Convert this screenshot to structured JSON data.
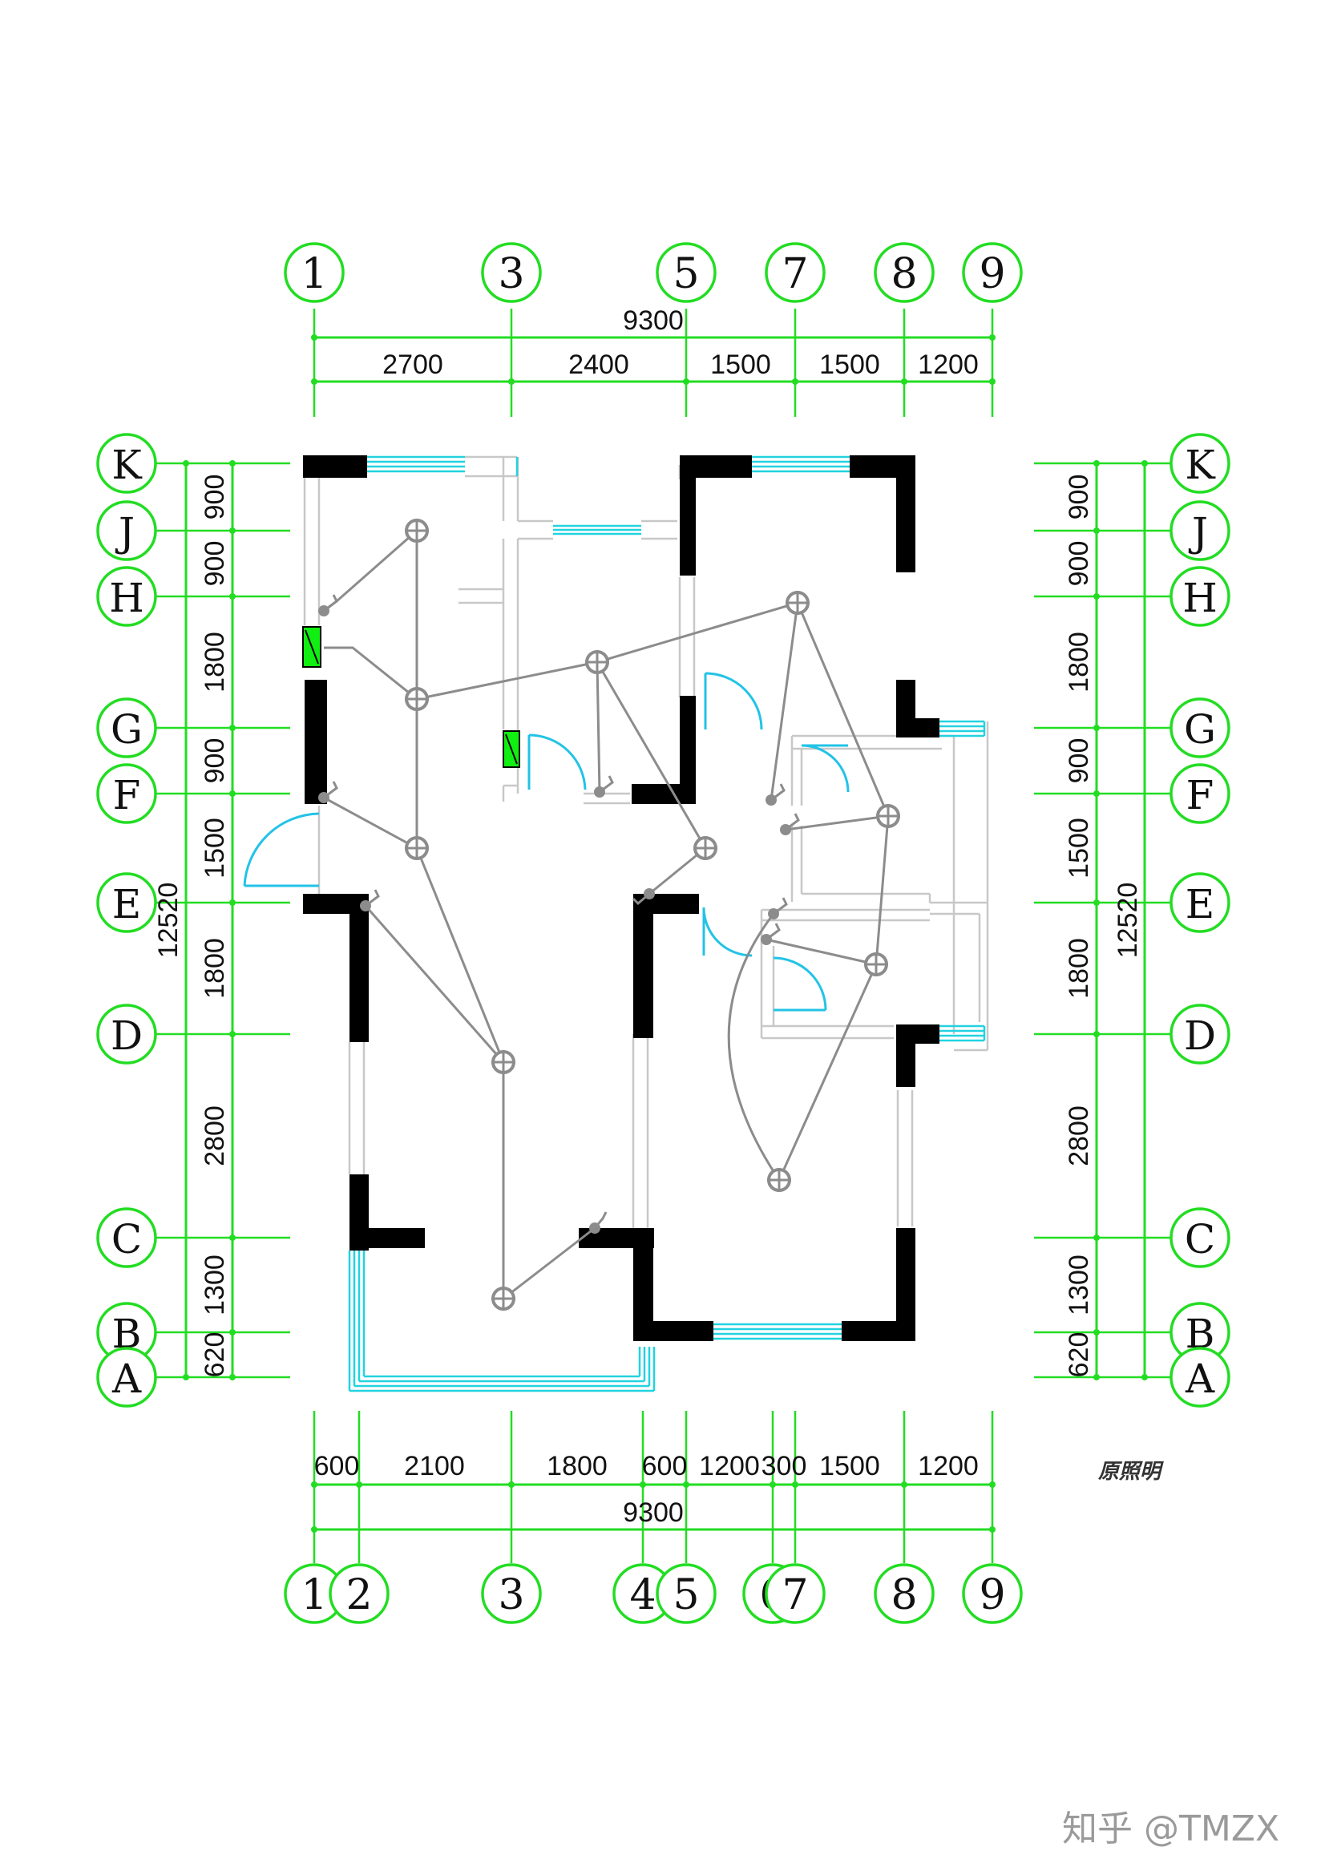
{
  "axes": {
    "top": [
      "1",
      "3",
      "5",
      "7",
      "8",
      "9"
    ],
    "bottom": [
      "1",
      "2",
      "3",
      "4",
      "5",
      "6",
      "7",
      "8",
      "9"
    ],
    "left": [
      "K",
      "J",
      "H",
      "G",
      "F",
      "E",
      "D",
      "C",
      "B",
      "A"
    ],
    "right": [
      "K",
      "J",
      "H",
      "G",
      "F",
      "E",
      "D",
      "C",
      "B",
      "A"
    ]
  },
  "dimensions": {
    "top_total": "9300",
    "top_segments": [
      "2700",
      "2400",
      "1500",
      "1500",
      "1200"
    ],
    "bottom_total": "9300",
    "bottom_segments": [
      "600",
      "2100",
      "1800",
      "600",
      "1200",
      "300",
      "1500",
      "1200"
    ],
    "side_total": "12520",
    "side_segments": [
      "900",
      "900",
      "1800",
      "900",
      "1500",
      "1800",
      "2800",
      "1300",
      "620"
    ]
  },
  "plan_note": "原照明",
  "watermark": "知乎 @TMZX",
  "colors": {
    "axis_green": "#22dd22",
    "wall": "#000000",
    "window_cyan": "#22d3e0",
    "door_cyan": "#22c3e6",
    "wiring_gray": "#8c8c8c",
    "switch_box_green": "#11ee11"
  }
}
